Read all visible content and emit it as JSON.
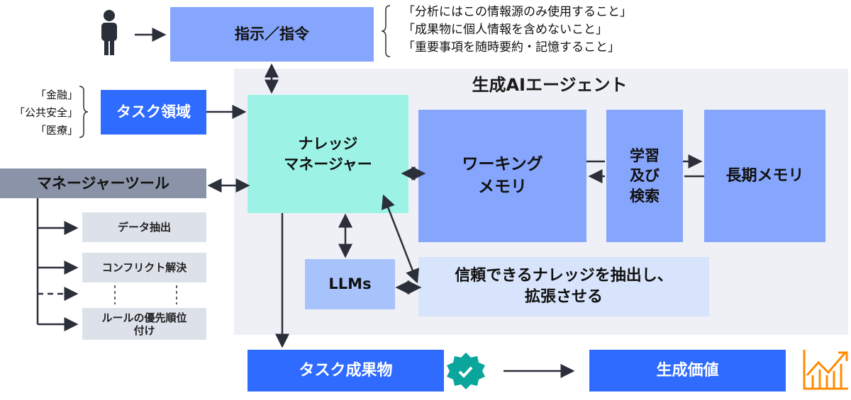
{
  "instruction": {
    "label": "指示／指令",
    "rules": [
      "「分析にはこの情報源のみ使用すること」",
      "「成果物に個人情報を含めないこと」",
      "「重要事項を随時要約・記憶すること」"
    ]
  },
  "task_domain": {
    "label": "タスク領域",
    "examples": [
      "「金融」",
      "「公共安全」",
      "「医療」"
    ]
  },
  "agent": {
    "title": "生成AIエージェント",
    "knowledge_manager": "ナレッジ\nマネージャー",
    "working_memory": "ワーキング\nメモリ",
    "learning": "学習\n及び\n検索",
    "long_term_memory": "長期メモリ",
    "llms": "LLMs",
    "trusted": "信頼できるナレッジを抽出し、\n拡張させる"
  },
  "manager_tools": {
    "label": "マネージャーツール",
    "items": [
      "データ抽出",
      "コンフリクト解決",
      "ルールの優先順位\n付け"
    ]
  },
  "output": {
    "deliverable": "タスク成果物",
    "value": "生成価値"
  },
  "icons": {
    "person": "person-icon",
    "verified": "verified-badge-icon",
    "growth": "growth-chart-icon"
  },
  "colors": {
    "primary": "#2f6bff",
    "light_blue": "#86a5fc",
    "mint": "#9cf3e5",
    "agent_bg": "#eef0f5",
    "badge": "#0aa59b",
    "growth": "#ff8c00"
  }
}
